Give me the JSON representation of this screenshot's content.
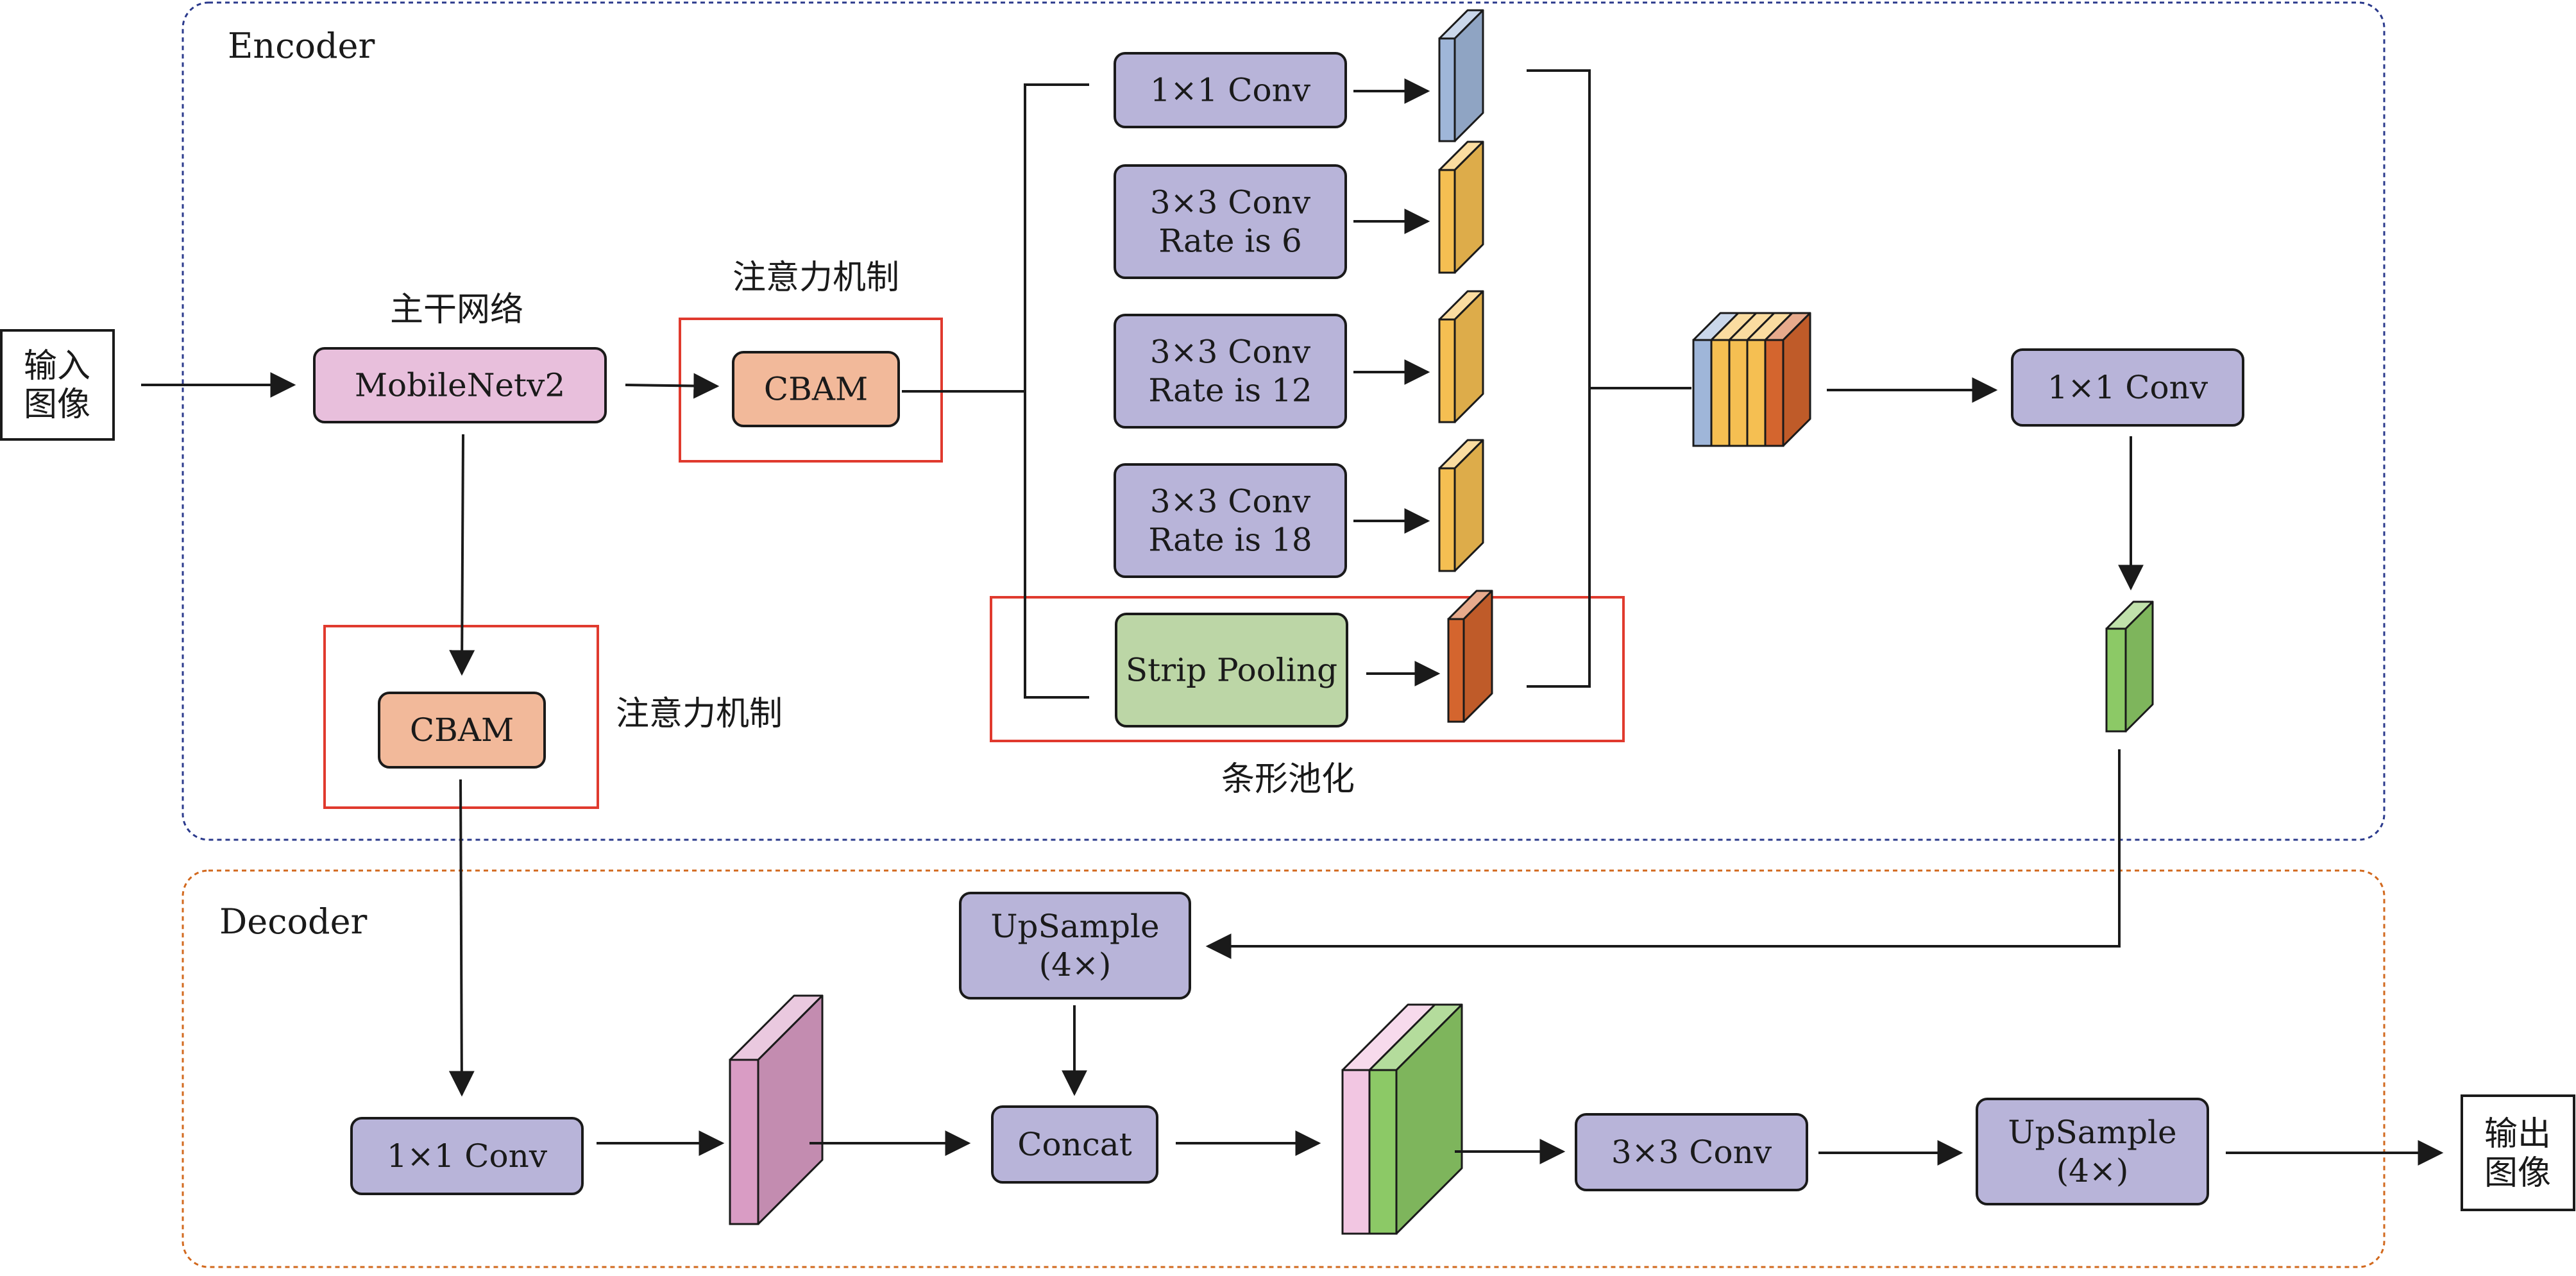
{
  "sections": {
    "encoder": "Encoder",
    "decoder": "Decoder"
  },
  "io": {
    "input": [
      "输入",
      "图像"
    ],
    "output": [
      "输出",
      "图像"
    ]
  },
  "labels": {
    "backbone": "主干网络",
    "attention_top": "注意力机制",
    "attention_left": "注意力机制",
    "strip_pooling_caption": "条形池化"
  },
  "blocks": {
    "mobilenet": [
      "MobileNetv2"
    ],
    "cbam_top": [
      "CBAM"
    ],
    "cbam_left": [
      "CBAM"
    ],
    "conv1x1_aspp": [
      "1×1 Conv"
    ],
    "conv3x3_r6": [
      "3×3 Conv",
      "Rate is  6"
    ],
    "conv3x3_r12": [
      "3×3 Conv",
      "Rate is 12"
    ],
    "conv3x3_r18": [
      "3×3 Conv",
      "Rate is 18"
    ],
    "strip_pooling": [
      "Strip Pooling"
    ],
    "conv1x1_enc_out": [
      "1×1 Conv"
    ],
    "upsample_dec": [
      "UpSample",
      "(4×)"
    ],
    "conv1x1_dec": [
      "1×1 Conv"
    ],
    "concat": [
      "Concat"
    ],
    "conv3x3_dec": [
      "3×3 Conv"
    ],
    "upsample_out": [
      "UpSample",
      "(4×)"
    ]
  },
  "colors": {
    "encoder_border": "#2b3a8c",
    "decoder_border": "#d2691e",
    "highlight_border": "#e03a2e",
    "conv_fill": "#b8b4d9",
    "mobilenet_fill": "#e8bfdc",
    "cbam_fill": "#f2b99a",
    "strip_fill": "#bcd6a6",
    "feat_blue": "#9fb6d9",
    "feat_yellow": "#f5bf52",
    "feat_orange": "#d4652e",
    "feat_green": "#8cc966",
    "feat_pink": "#d99cc4",
    "feat_light_pink": "#f2c6e2"
  }
}
